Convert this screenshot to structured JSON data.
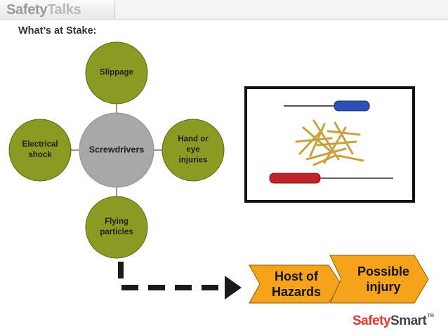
{
  "header": {
    "logo_part1": "Safety",
    "logo_part2": "Talks"
  },
  "slide": {
    "title": "What’s at Stake:"
  },
  "diagram": {
    "center": "Screwdrivers",
    "top": "Slippage",
    "left": "Electrical\nshock",
    "right": "Hand or\neye\ninjuries",
    "bottom": "Flying\nparticles",
    "center_color": "#a8a8a8",
    "node_color": "#8a9a22"
  },
  "flow": {
    "step1": "Host of\nHazards",
    "step2": "Possible\ninjury",
    "chevron_color": "#f5a31a"
  },
  "footer": {
    "brand_part1": "Safety",
    "brand_part2": "Smart",
    "trademark": "TM"
  }
}
